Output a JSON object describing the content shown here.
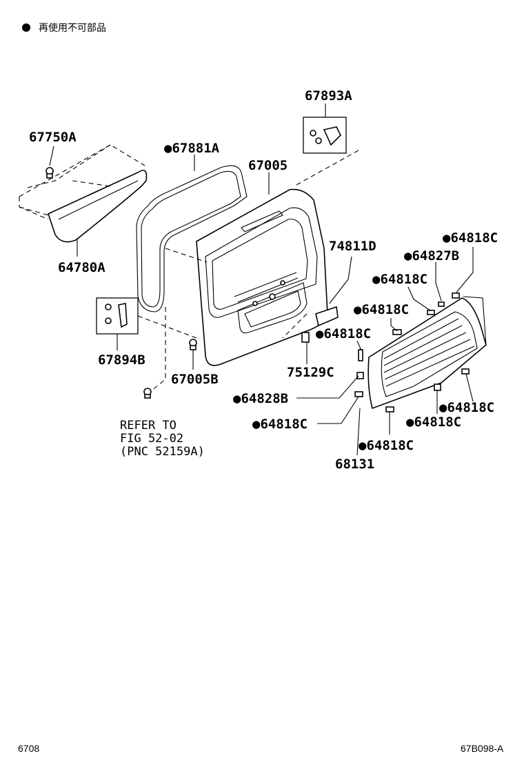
{
  "legend": {
    "bullet": "●",
    "text": "再使用不可部品"
  },
  "parts": {
    "p67893A": "67893A",
    "p67750A": "67750A",
    "p67881A": "●67881A",
    "p67005": "67005",
    "p64780A": "64780A",
    "p74811D": "74811D",
    "p64818C_top": "●64818C",
    "p64827B": "●64827B",
    "p64818C_2": "●64818C",
    "p64818C_3": "●64818C",
    "p64818C_4": "●64818C",
    "p67894B": "67894B",
    "p67005B": "67005B",
    "p75129C": "75129C",
    "p64828B": "●64828B",
    "p64818C_5": "●64818C",
    "p64818C_6": "●64818C",
    "p64818C_7": "●64818C",
    "p64818C_8": "●64818C",
    "p68131": "68131"
  },
  "refer": {
    "line1": "REFER TO",
    "line2": "FIG 52-02",
    "line3": "(PNC 52159A)"
  },
  "footer": {
    "left": "6708",
    "right": "67B098-A"
  }
}
